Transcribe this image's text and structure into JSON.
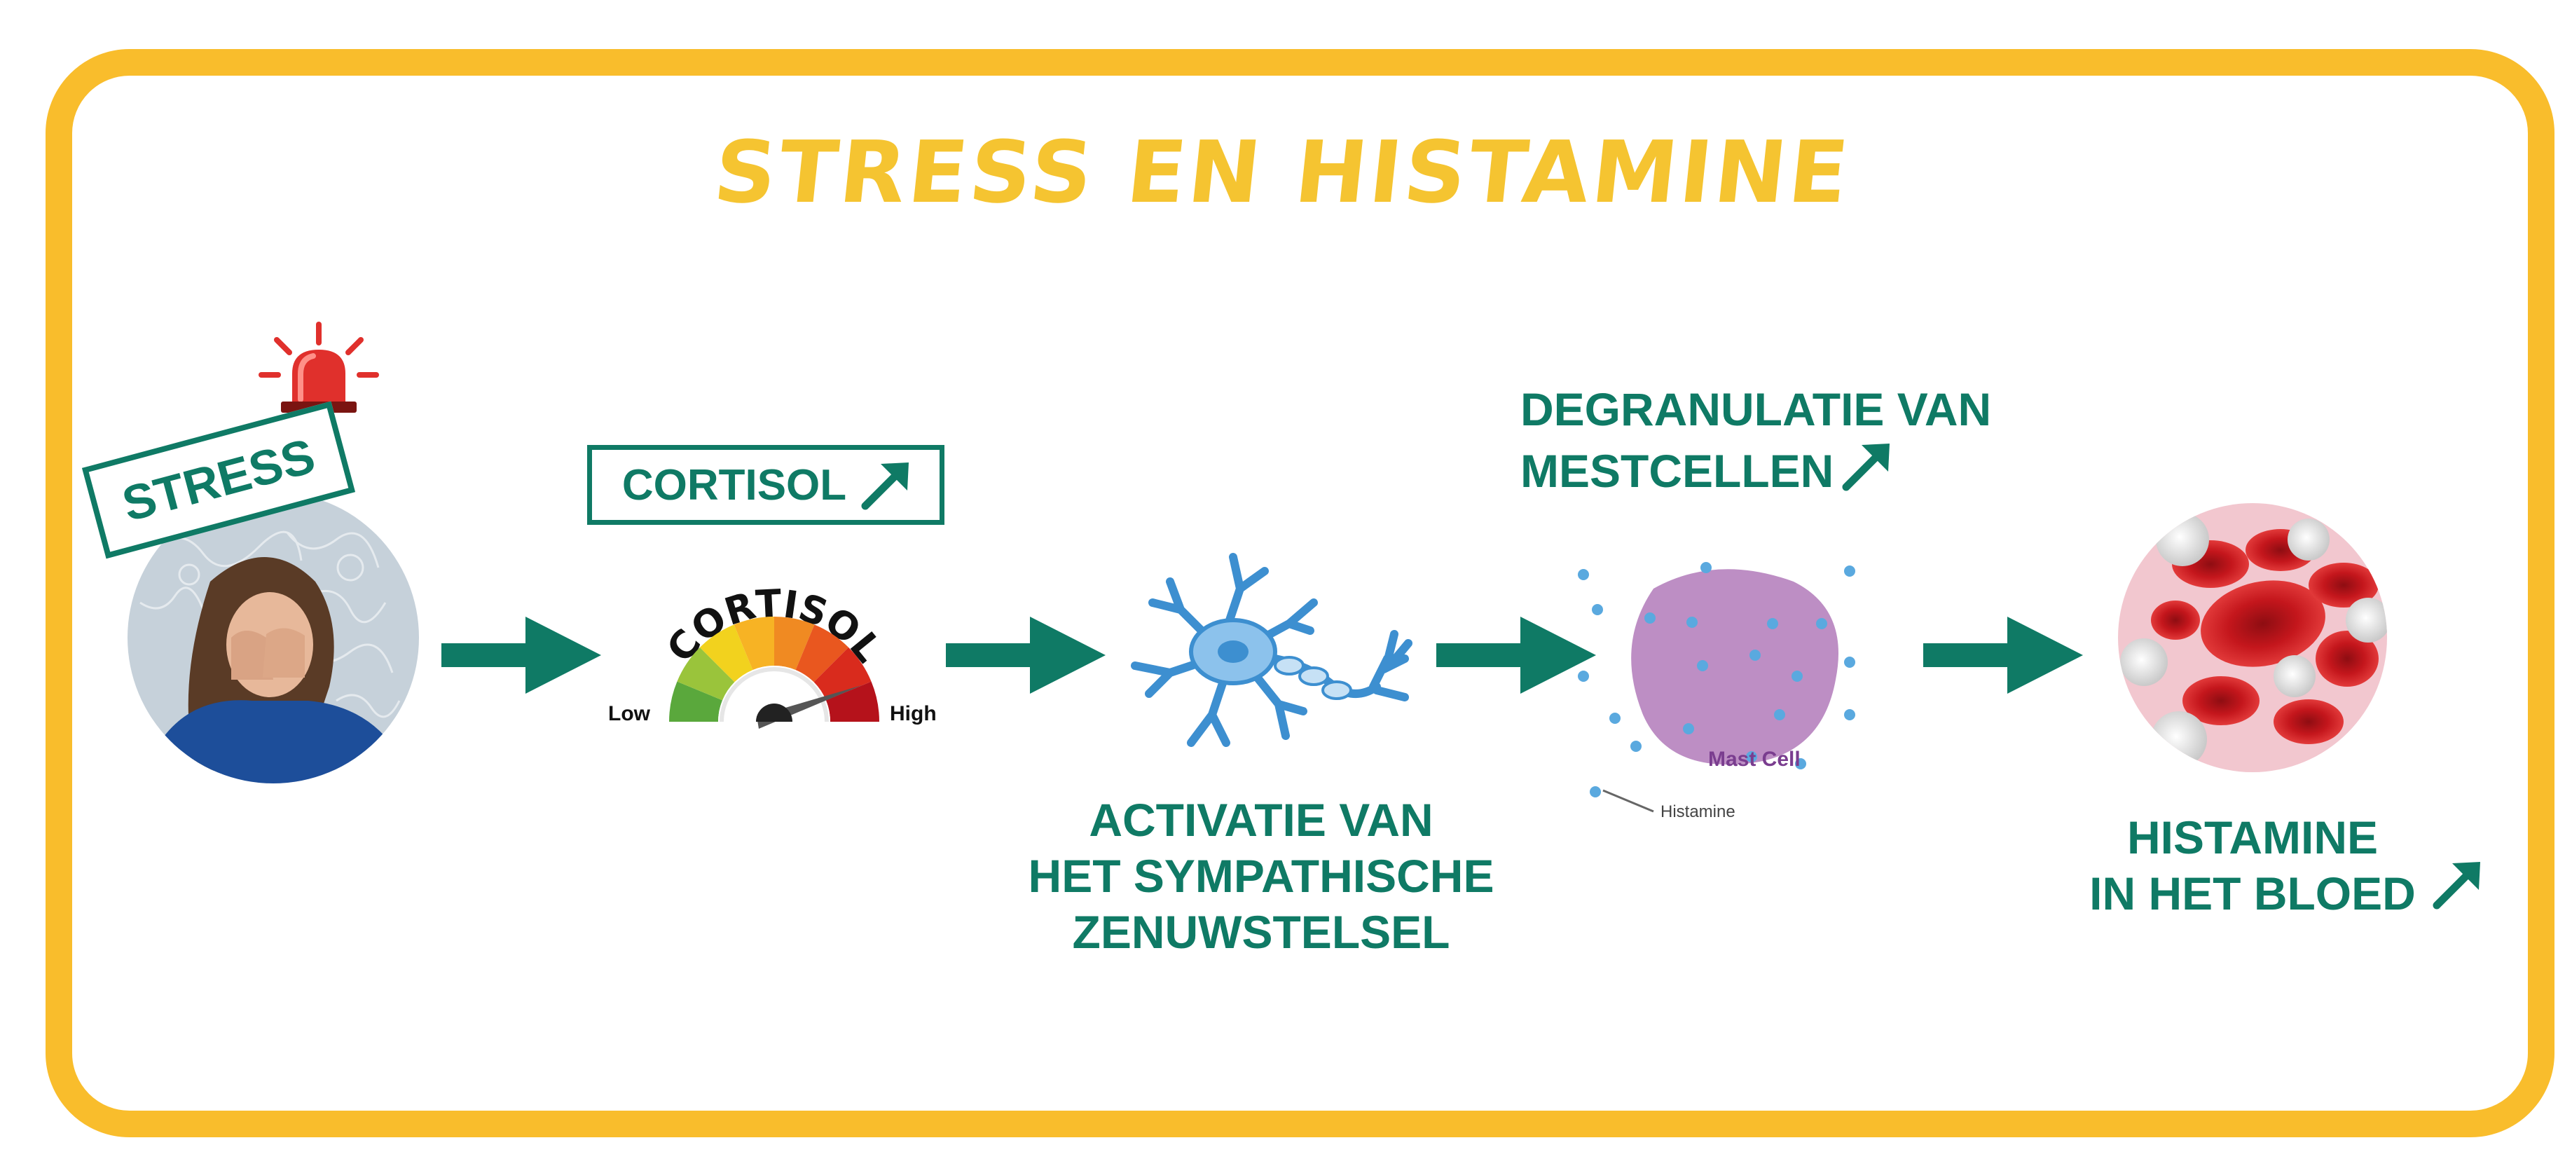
{
  "title": "STRESS EN HISTAMINE",
  "colors": {
    "frame": "#f9bd2c",
    "title": "#f5c431",
    "teal": "#0f7a65",
    "mast_cell": "#bd8ec4",
    "histamine_dot": "#5aa9df",
    "blood_cell": "#c4161c",
    "alarm": "#e0302c"
  },
  "steps": {
    "stress": {
      "label": "STRESS",
      "icon": "alarm-light-icon"
    },
    "cortisol": {
      "box_label": "CORTISOL",
      "gauge_title": "CORTISOL",
      "low": "Low",
      "high": "High",
      "trend": "up"
    },
    "nervous": {
      "line1": "ACTIVATIE VAN",
      "line2": "HET SYMPATHISCHE",
      "line3": "ZENUWSTELSEL",
      "icon": "neuron-icon"
    },
    "mast": {
      "line1": "DEGRANULATIE VAN",
      "line2": "MESTCELLEN",
      "cell_label": "Mast Cell",
      "histamine_label": "Histamine",
      "trend": "up"
    },
    "blood": {
      "line1": "HISTAMINE",
      "line2": "IN HET BLOED",
      "trend": "up"
    }
  }
}
